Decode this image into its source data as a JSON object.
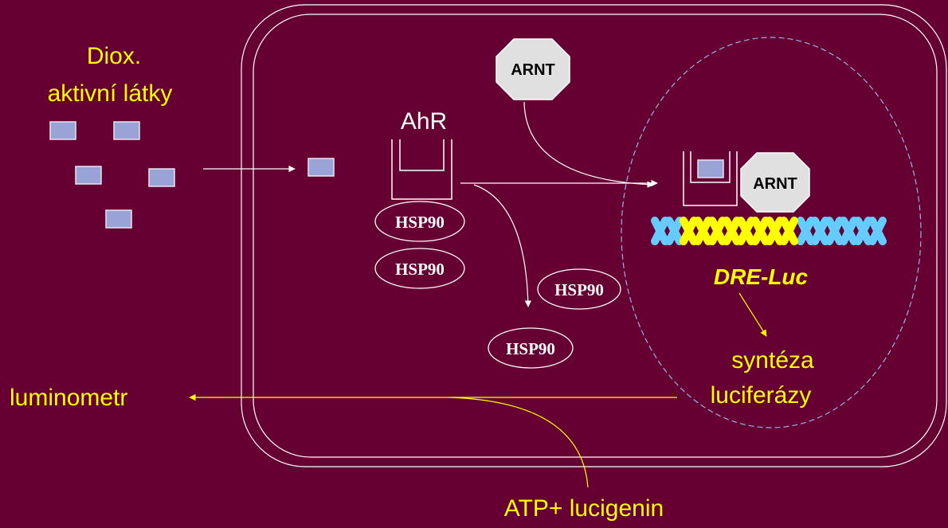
{
  "labels": {
    "ligand_line1": "Diox.",
    "ligand_line2": "aktivní látky",
    "receptor": "AhR",
    "partner": "ARNT",
    "chaperone": "HSP90",
    "reporter_gene": "DRE-Luc",
    "synthesis_line1": "syntéza",
    "synthesis_line2": "luciferázy",
    "readout": "luminometr",
    "substrate": "ATP+ lucigenin"
  },
  "colors": {
    "background": "#660033",
    "text_highlight": "#FFFF00",
    "ligand_fill": "#99A3D6",
    "nucleus_outline": "#99B3E6",
    "dna_blue": "#66CCFF",
    "dna_yellow": "#FFFF00",
    "arnt_fill": "#E0E0E0"
  }
}
